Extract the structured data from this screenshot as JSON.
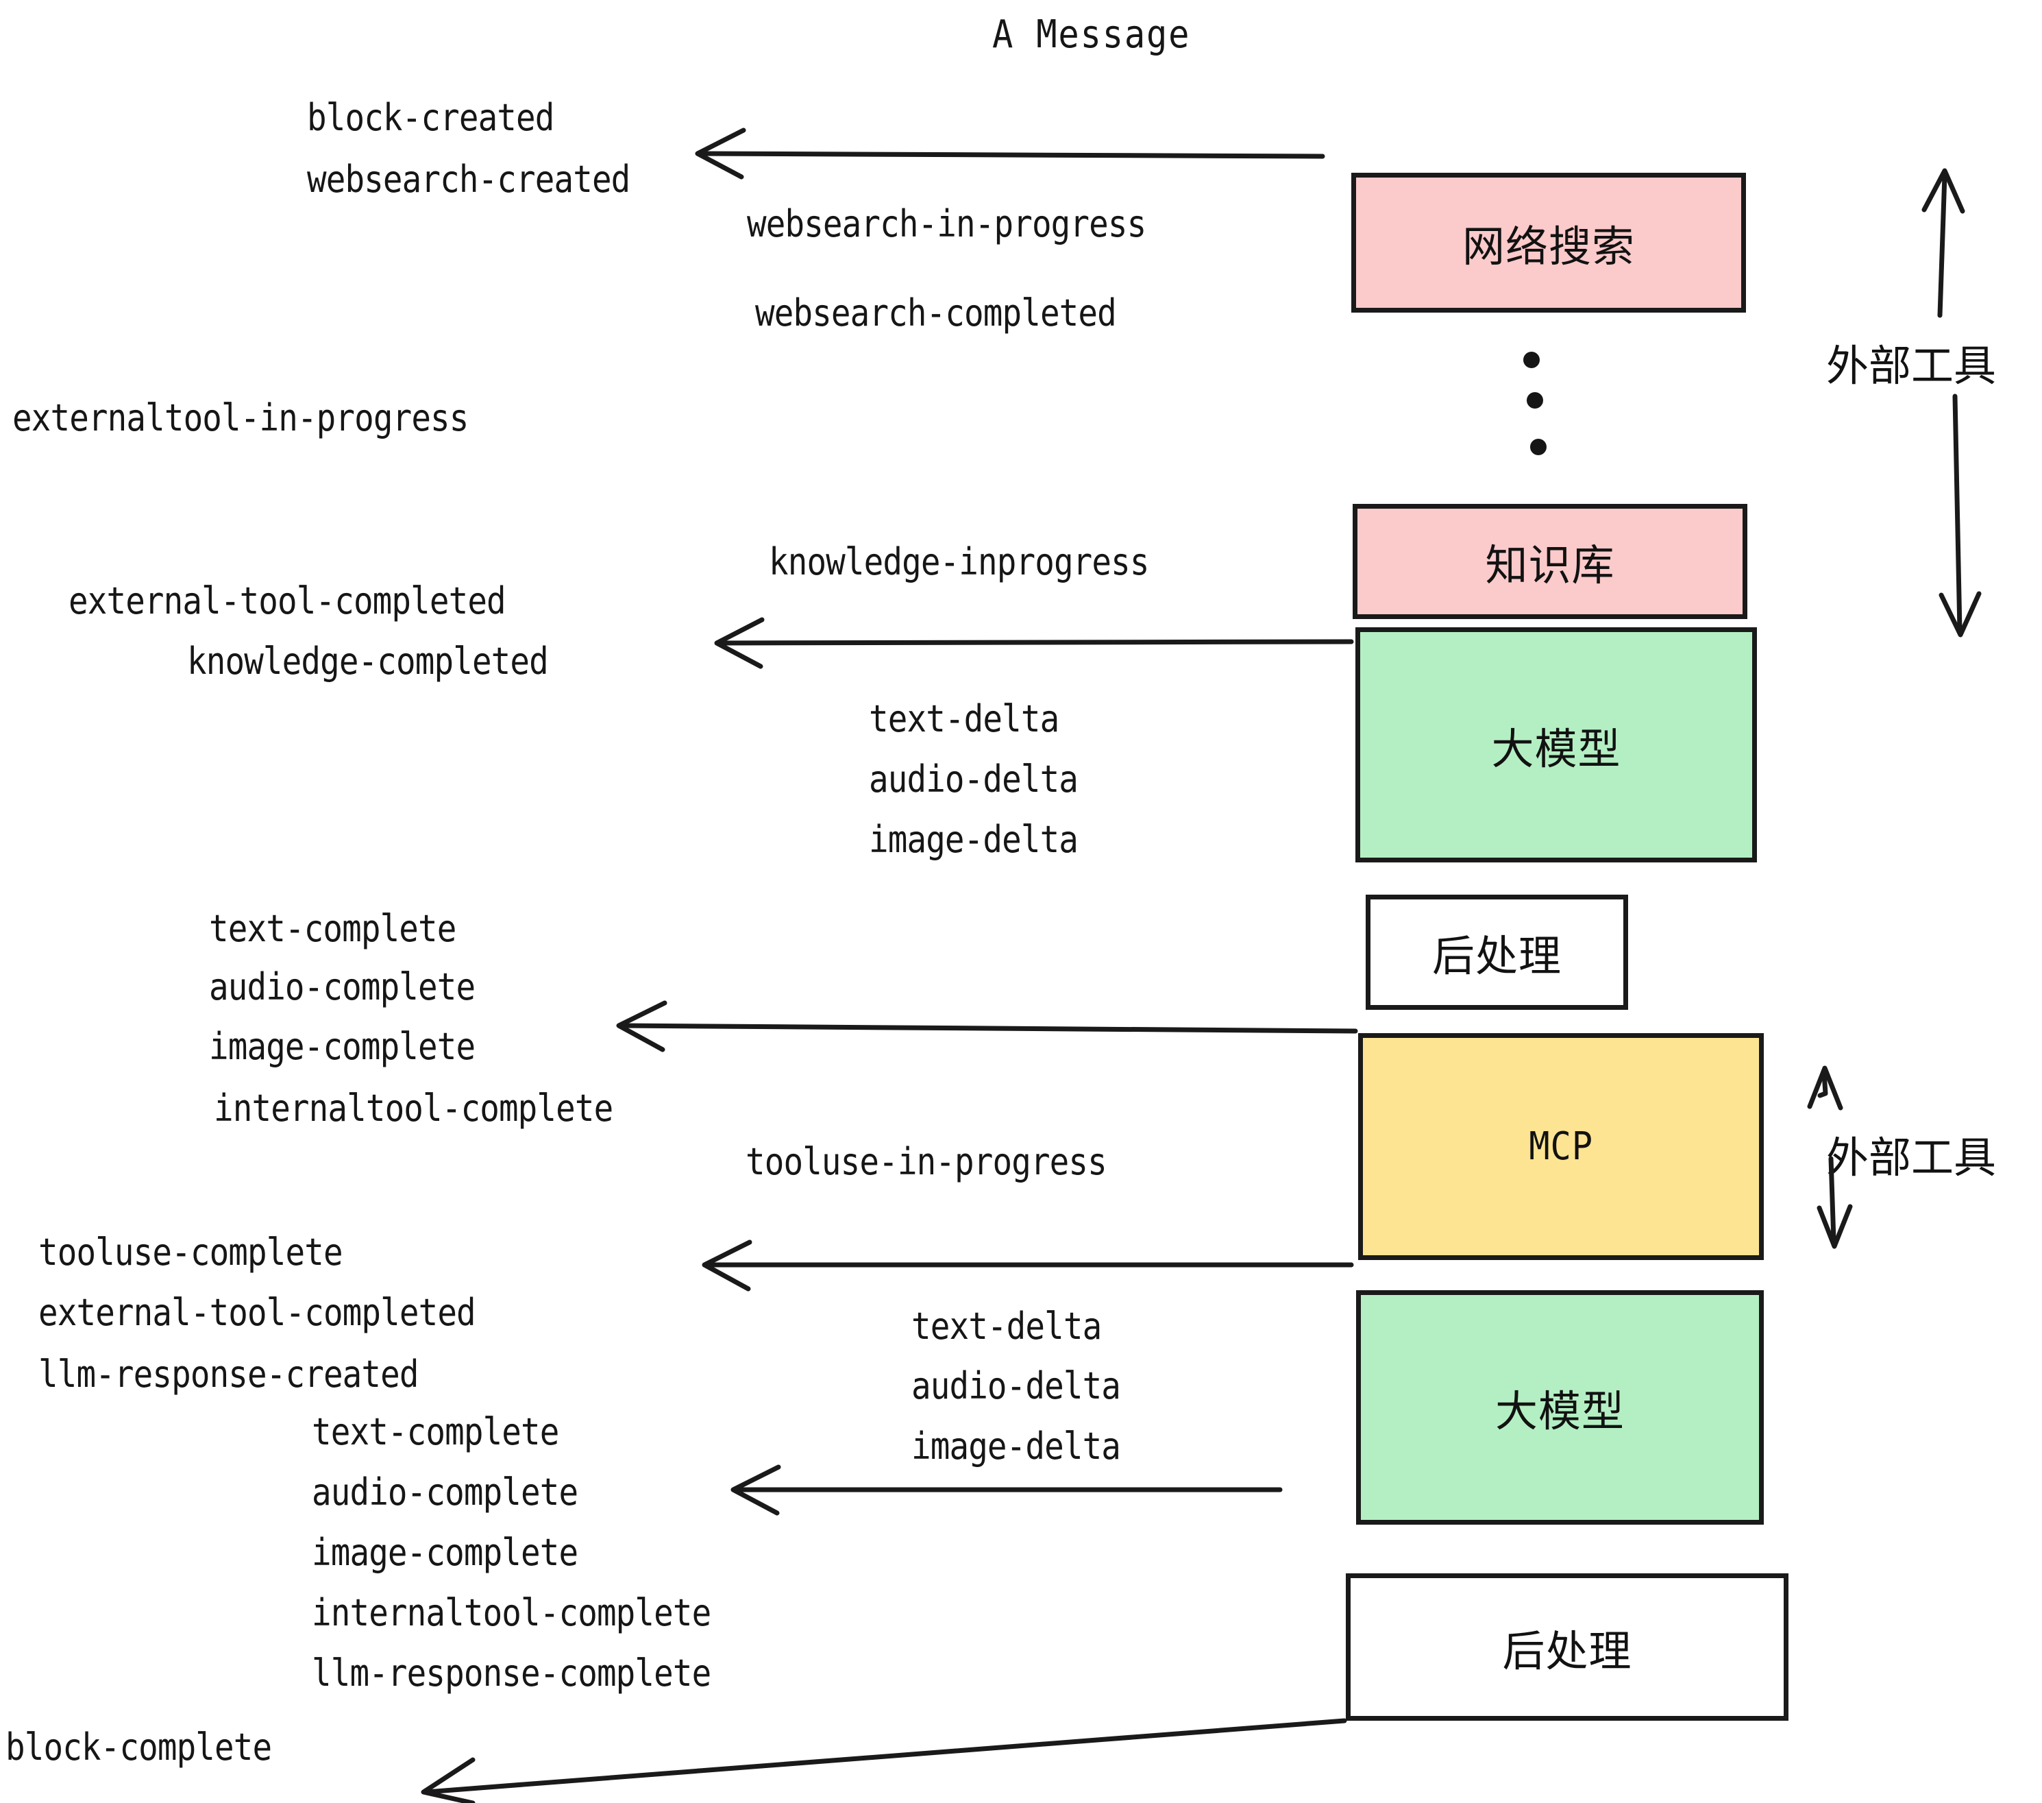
{
  "diagram": {
    "title": "A Message",
    "boxes": [
      {
        "id": "websearch",
        "label": "网络搜索",
        "color": "#fbcaca",
        "script": "cjk"
      },
      {
        "id": "knowledge",
        "label": "知识库",
        "color": "#fbcaca",
        "script": "cjk"
      },
      {
        "id": "llm-top",
        "label": "大模型",
        "color": "#b4efc3",
        "script": "cjk"
      },
      {
        "id": "postprocess-top",
        "label": "后处理",
        "color": "#ffffff",
        "script": "cjk"
      },
      {
        "id": "mcp",
        "label": "MCP",
        "color": "#fce492",
        "script": "latin"
      },
      {
        "id": "llm-bottom",
        "label": "大模型",
        "color": "#b4efc3",
        "script": "cjk"
      },
      {
        "id": "postprocess-bottom",
        "label": "后处理",
        "color": "#ffffff",
        "script": "cjk"
      }
    ],
    "side_labels": [
      {
        "id": "external-tools-top",
        "label": "外部工具"
      },
      {
        "id": "external-tools-bottom",
        "label": "外部工具"
      }
    ],
    "events": [
      {
        "id": "block-created",
        "label": "block-created"
      },
      {
        "id": "websearch-created",
        "label": "websearch-created"
      },
      {
        "id": "websearch-in-progress",
        "label": "websearch-in-progress"
      },
      {
        "id": "websearch-completed",
        "label": "websearch-completed"
      },
      {
        "id": "externaltool-in-progress",
        "label": "externaltool-in-progress"
      },
      {
        "id": "knowledge-inprogress",
        "label": "knowledge-inprogress"
      },
      {
        "id": "external-tool-completed-1",
        "label": "external-tool-completed"
      },
      {
        "id": "knowledge-completed",
        "label": "knowledge-completed"
      },
      {
        "id": "text-delta-1",
        "label": "text-delta"
      },
      {
        "id": "audio-delta-1",
        "label": "audio-delta"
      },
      {
        "id": "image-delta-1",
        "label": "image-delta"
      },
      {
        "id": "text-complete-1",
        "label": "text-complete"
      },
      {
        "id": "audio-complete-1",
        "label": "audio-complete"
      },
      {
        "id": "image-complete-1",
        "label": "image-complete"
      },
      {
        "id": "internaltool-complete-1",
        "label": "internaltool-complete"
      },
      {
        "id": "tooluse-in-progress",
        "label": "tooluse-in-progress"
      },
      {
        "id": "tooluse-complete",
        "label": "tooluse-complete"
      },
      {
        "id": "external-tool-completed-2",
        "label": "external-tool-completed"
      },
      {
        "id": "llm-response-created",
        "label": "llm-response-created"
      },
      {
        "id": "text-delta-2",
        "label": "text-delta"
      },
      {
        "id": "audio-delta-2",
        "label": "audio-delta"
      },
      {
        "id": "image-delta-2",
        "label": "image-delta"
      },
      {
        "id": "text-complete-2",
        "label": "text-complete"
      },
      {
        "id": "audio-complete-2",
        "label": "audio-complete"
      },
      {
        "id": "image-complete-2",
        "label": "image-complete"
      },
      {
        "id": "internaltool-complete-2",
        "label": "internaltool-complete"
      },
      {
        "id": "llm-response-complete",
        "label": "llm-response-complete"
      },
      {
        "id": "block-complete",
        "label": "block-complete"
      }
    ],
    "colors": {
      "pink": "#fbcaca",
      "green": "#b4efc3",
      "yellow": "#fce492",
      "white": "#ffffff",
      "stroke": "#1a1a1a",
      "text": "#161616",
      "background": "#ffffff"
    }
  }
}
